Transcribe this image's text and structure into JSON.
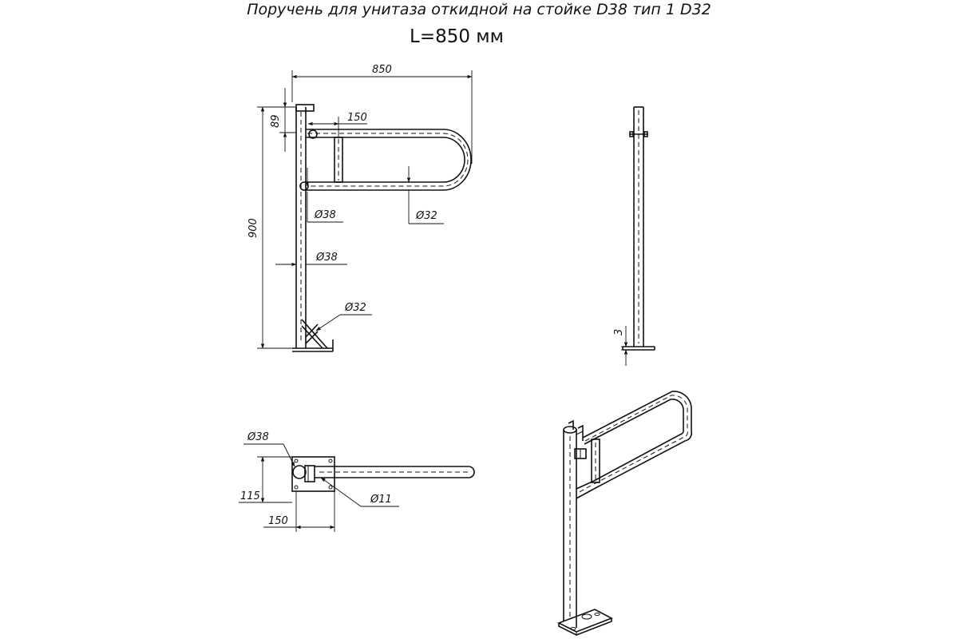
{
  "title": "Поручень для унитаза откидной на стойке D38 тип 1  D32",
  "length_label": "L=850 мм",
  "dimensions": {
    "front_width": "850",
    "front_top": "89",
    "front_height": "900",
    "front_offset": "150",
    "d38_a": "Ø38",
    "d32_a": "Ø32",
    "d38_b": "Ø38",
    "d32_b": "Ø32",
    "side_base": "3",
    "top_d38": "Ø38",
    "top_115": "115",
    "top_150": "150",
    "top_d11": "Ø11"
  }
}
